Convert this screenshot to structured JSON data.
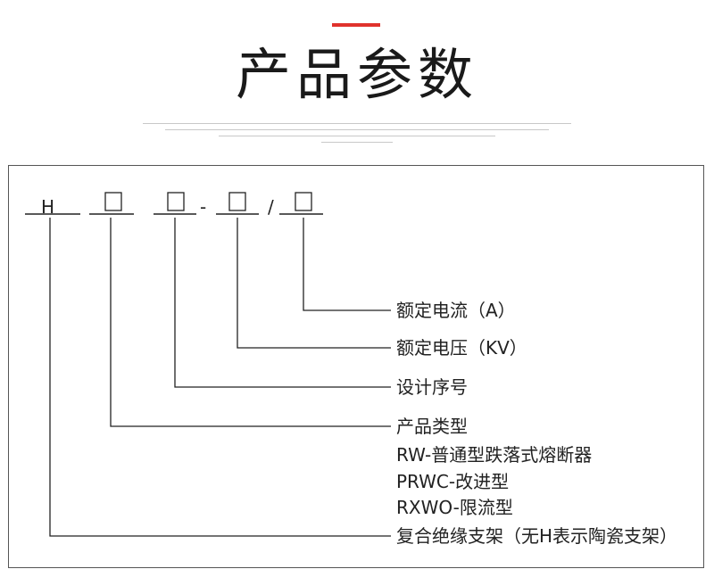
{
  "header": {
    "title": "产品参数",
    "accent_color": "#e0322c"
  },
  "code": {
    "prefix": "H",
    "dash": "-",
    "slash": "/"
  },
  "labels": {
    "rated_current": "额定电流（A）",
    "rated_voltage": "额定电压（KV）",
    "design_serial": "设计序号",
    "product_type": "产品类型",
    "type_rw": "RW-普通型跌落式熔断器",
    "type_prwc": "PRWC-改进型",
    "type_rxwo": "RXWO-限流型",
    "composite_bracket": "复合绝缘支架（无H表示陶瓷支架）"
  }
}
